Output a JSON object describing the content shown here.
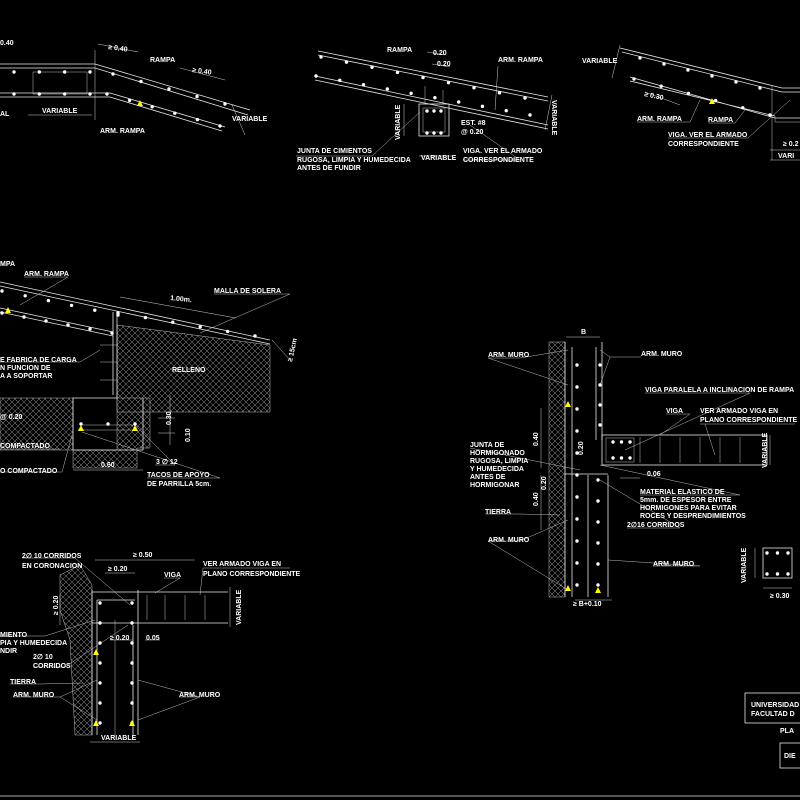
{
  "colors": {
    "background": "#000000",
    "lines": "#e8e8e8",
    "markers": "#ffff00"
  },
  "detail1": {
    "labels": [
      "0.40",
      "≥ 0.40",
      "RAMPA",
      "≥ 0.40",
      "VARIABLE",
      "AL",
      "ARM. RAMPA",
      "VARIABLE"
    ]
  },
  "detail2": {
    "labels": [
      "RAMPA",
      "0.20",
      "0.20",
      "ARM. RAMPA",
      "VARIABLE",
      "VARIABLE",
      "EST. #8",
      "@ 0.20",
      "JUNTA DE CIMIENTOS",
      "RUGOSA, LIMPIA Y HUMEDECIDA",
      "ANTES DE FUNDIR",
      "VARIABLE",
      "VIGA. VER EL ARMADO",
      "CORRESPONDIENTE"
    ]
  },
  "detail3": {
    "labels": [
      "VARIABLE",
      "≥ 0.30",
      "ARM. RAMPA",
      "RAMPA",
      "VIGA. VER EL ARMADO",
      "CORRESPONDIENTE",
      "≥ 0.2",
      "VARI"
    ]
  },
  "detail4": {
    "labels": [
      "MPA",
      "ARM. RAMPA",
      "1.00m.",
      "MALLA DE SOLERA",
      "≥ 15cm",
      "E FABRICA DE CARGA",
      "N FUNCION DE",
      "A A SOPORTAR",
      "RELLENO",
      "@ 0.20",
      "0.30",
      "0.10",
      "COMPACTADO",
      "O COMPACTADO",
      "0.60",
      "3 ∅ 12",
      "TACOS DE APOYO",
      "DE PARRILLA  5cm."
    ]
  },
  "detail5": {
    "labels": [
      "B",
      "ARM. MURO",
      "ARM. MURO",
      "VIGA PARALELA A INCLINACION DE RAMPA",
      "VIGA",
      "VER ARMADO VIGA EN",
      "PLANO CORRESPONDIENTE",
      "0.40",
      "0.20",
      "JUNTA DE",
      "HORMIGONADO",
      "RUGOSA, LIMPIA",
      "Y HUMEDECIDA",
      "ANTES DE",
      "HORMIGONAR",
      "0.20",
      "0.06",
      "VARIABLE",
      "MATERIAL ELASTICO DE",
      "5mm. DE ESPESOR ENTRE",
      "HORMIGONES PARA EVITAR",
      "ROCES Y DESPRENDIMIENTOS",
      "0.40",
      "TIERRA",
      "2∅16 CORRIDOS",
      "ARM. MURO",
      "ARM. MURO",
      "≥ B+0.10",
      "VARIABLE",
      "≥ 0.30"
    ]
  },
  "detail6": {
    "labels": [
      "2∅ 10 CORRIDOS",
      "EN CORONACION",
      "≥ 0.50",
      "≥ 0.20",
      "VIGA",
      "VER ARMADO VIGA EN",
      "PLANO CORRESPONDIENTE",
      "VARIABLE",
      "≥ 0.20",
      "MIENTO",
      "PIA Y HUMEDECIDA",
      "NDIR",
      "≥ 0.20",
      "0.05",
      "2∅ 10",
      "CORRIDOS",
      "TIERRA",
      "ARM. MURO",
      "ARM. MURO",
      "VARIABLE"
    ]
  },
  "title_block": {
    "line1": "UNIVERSIDAD",
    "line2": "FACULTAD D",
    "plan": "PLA",
    "drawn": "DIE"
  }
}
